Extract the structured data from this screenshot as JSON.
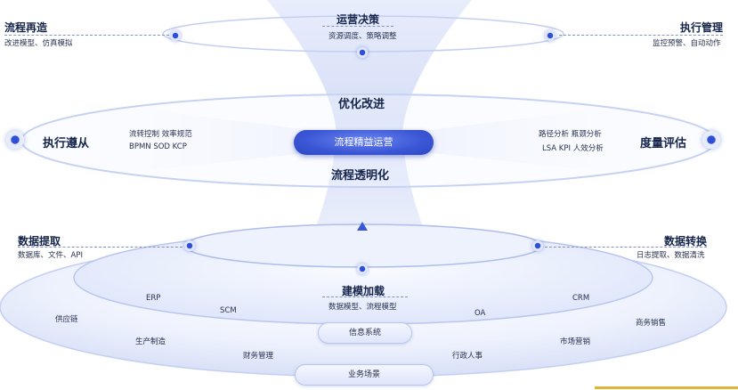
{
  "top": {
    "center_title": "运营决策",
    "center_sub": "资源调度、策略调整",
    "left_title": "流程再造",
    "left_sub": "改进模型、仿真模拟",
    "right_title": "执行管理",
    "right_sub": "监控预警、自动动作"
  },
  "middle": {
    "upper_label": "优化改进",
    "core_label": "流程精益运营",
    "lower_label": "流程透明化",
    "left_title": "执行遵从",
    "left_line1": "流转控制 效率规范",
    "left_line2": "BPMN SOD KCP",
    "right_title": "度量评估",
    "right_line1": "路径分析 瓶颈分析",
    "right_line2": "LSA KPI 人效分析"
  },
  "lower": {
    "left_title": "数据提取",
    "left_sub": "数据库、文件、API",
    "right_title": "数据转换",
    "right_sub": "日志提取、数据清洗",
    "center_title": "建模加载",
    "center_sub": "数据模型、流程模型"
  },
  "info_systems": {
    "label": "信息系统",
    "items": [
      "ERP",
      "SCM",
      "OA",
      "CRM"
    ]
  },
  "business_scenarios": {
    "label": "业务场景",
    "items": [
      "供应链",
      "生产制造",
      "财务管理",
      "行政人事",
      "市场营销",
      "商务销售"
    ]
  },
  "colors": {
    "accent": "#2f4fd8",
    "title": "#15244a",
    "gold_bar": "#e2b23a"
  }
}
